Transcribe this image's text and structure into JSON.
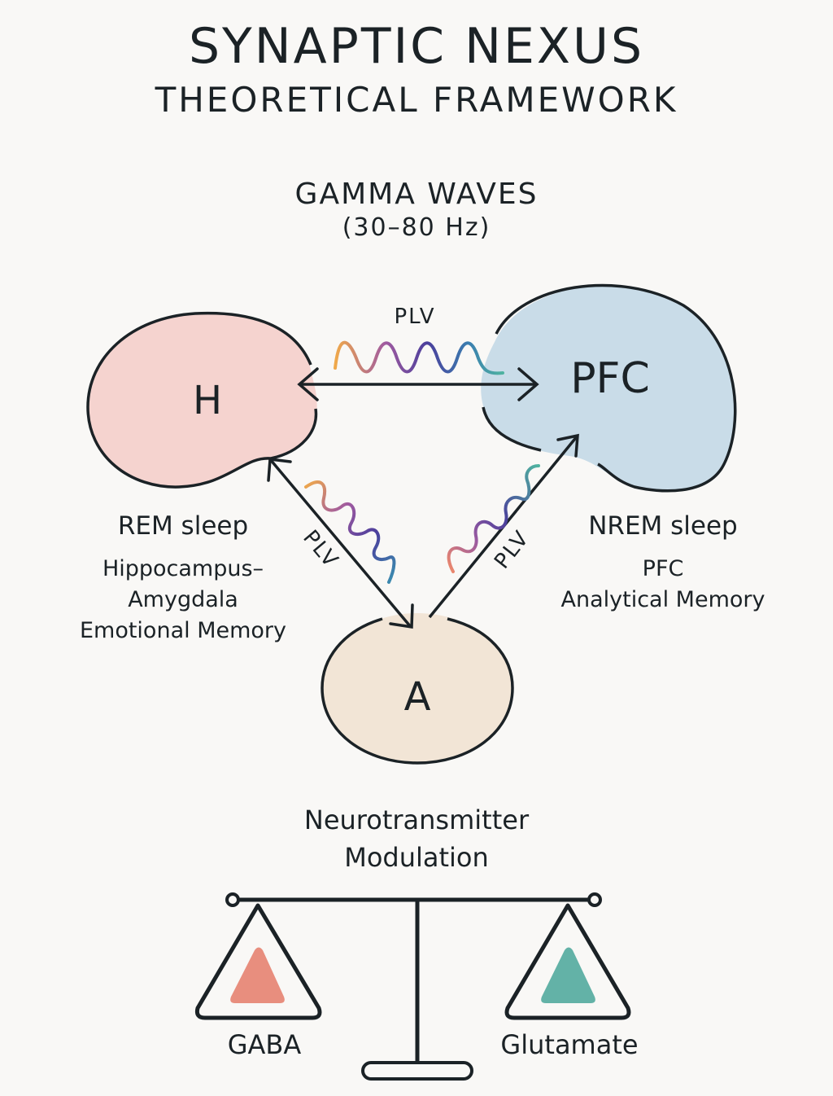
{
  "header": {
    "title": "SYNAPTIC NEXUS",
    "subtitle": "THEORETICAL FRAMEWORK"
  },
  "gamma": {
    "title": "GAMMA WAVES",
    "range": "(30–80 Hz)"
  },
  "nodes": {
    "hippocampus": {
      "label": "H",
      "color": "#f5d3cf"
    },
    "pfc": {
      "label": "PFC",
      "color": "#c9dce8"
    },
    "amygdala": {
      "label": "A",
      "color": "#f2e5d6"
    }
  },
  "connections": {
    "h_pfc": {
      "label": "PLV"
    },
    "h_a": {
      "label": "PLV"
    },
    "a_pfc": {
      "label": "PLV"
    }
  },
  "wave_colors": [
    "#f0a94a",
    "#a05aa0",
    "#4b3f9c",
    "#3a7fb0",
    "#4fb3a0"
  ],
  "rem": {
    "label": "REM sleep",
    "lines": [
      "Hippocampus–",
      "Amygdala",
      "Emotional Memory"
    ]
  },
  "nrem": {
    "label": "NREM sleep",
    "lines": [
      "PFC",
      "Analytical Memory"
    ]
  },
  "modulation": {
    "title_lines": [
      "Neurotransmitter",
      "Modulation"
    ],
    "gaba": {
      "label": "GABA",
      "color": "#e88e7e"
    },
    "glutamate": {
      "label": "Glutamate",
      "color": "#63b2a7"
    }
  },
  "colors": {
    "ink": "#1b2226",
    "background": "#f9f8f6"
  }
}
